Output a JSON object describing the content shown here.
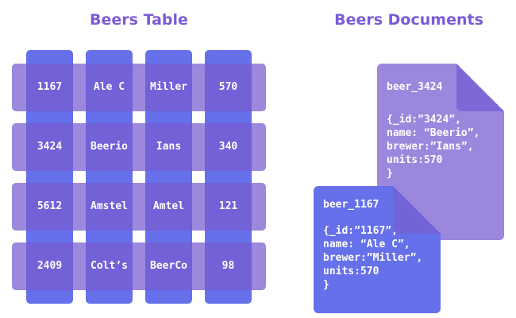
{
  "table_title": "Beers Table",
  "documents_title": "Beers Documents",
  "table_rows": [
    [
      "1167",
      "Ale C",
      "Miller",
      "570"
    ],
    [
      "3424",
      "Beerio",
      "Ians",
      "340"
    ],
    [
      "5612",
      "Amstel",
      "Amtel",
      "121"
    ],
    [
      "2409",
      "Colt’s",
      "BeerCo",
      "98"
    ]
  ],
  "documents": [
    {
      "name": "beer_3424",
      "lines": [
        "{_id:”3424”,",
        "name: “Beerio”,",
        "brewer:”Ians”,",
        "units:570",
        "}"
      ]
    },
    {
      "name": "beer_1167",
      "lines": [
        "{_id:”1167”,",
        "name: “Ale C”,",
        "brewer:”Miller”,",
        "units:570",
        "}"
      ]
    }
  ],
  "colors": {
    "column": "#6570EA",
    "row": "#9B87DD",
    "overlap": "#7264D8",
    "back_doc": "#9B87DD",
    "front_doc": "#6570EA",
    "title": "#7B5BD6"
  }
}
